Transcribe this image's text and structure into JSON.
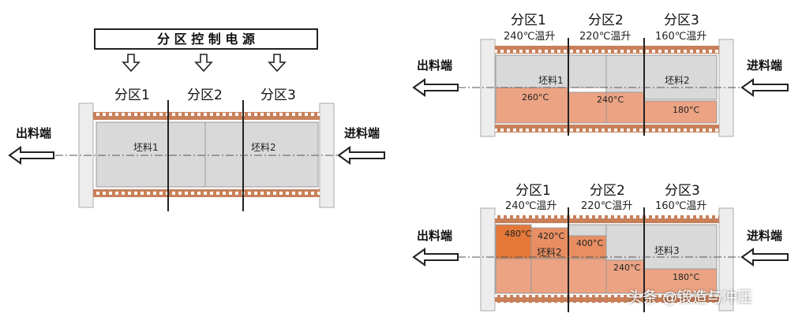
{
  "left_diagram": {
    "power_box": "分 区 控 制 电 源",
    "zones": [
      "分区1",
      "分区2",
      "分区3"
    ],
    "outlet": "出料端",
    "inlet": "进料端",
    "billets": [
      "坯料1",
      "坯料2"
    ]
  },
  "top_right_diagram": {
    "zones": [
      "分区1",
      "分区2",
      "分区3"
    ],
    "rates": [
      "240℃温升",
      "220℃温升",
      "160℃温升"
    ],
    "outlet": "出料端",
    "inlet": "进料端",
    "billets": [
      "坯料1",
      "坯料2"
    ],
    "temps": [
      "260°C",
      "240°C",
      "180°C"
    ]
  },
  "bottom_right_diagram": {
    "zones": [
      "分区1",
      "分区2",
      "分区3"
    ],
    "rates": [
      "240℃温升",
      "220℃温升",
      "160℃温升"
    ],
    "outlet": "出料端",
    "inlet": "进料端",
    "billets": [
      "坯料2",
      "坯料3"
    ],
    "temps": [
      "480°C",
      "420°C",
      "400°C",
      "240°C",
      "180°C"
    ]
  },
  "watermark": "头条 @锻造与冲压",
  "colors": {
    "coil": "#c8805a",
    "billet_gray": "#d9d9d9",
    "heat_light": "#eba383",
    "heat_mid": "#e88e62",
    "heat_dark": "#e57838",
    "flange": "#ededed"
  }
}
